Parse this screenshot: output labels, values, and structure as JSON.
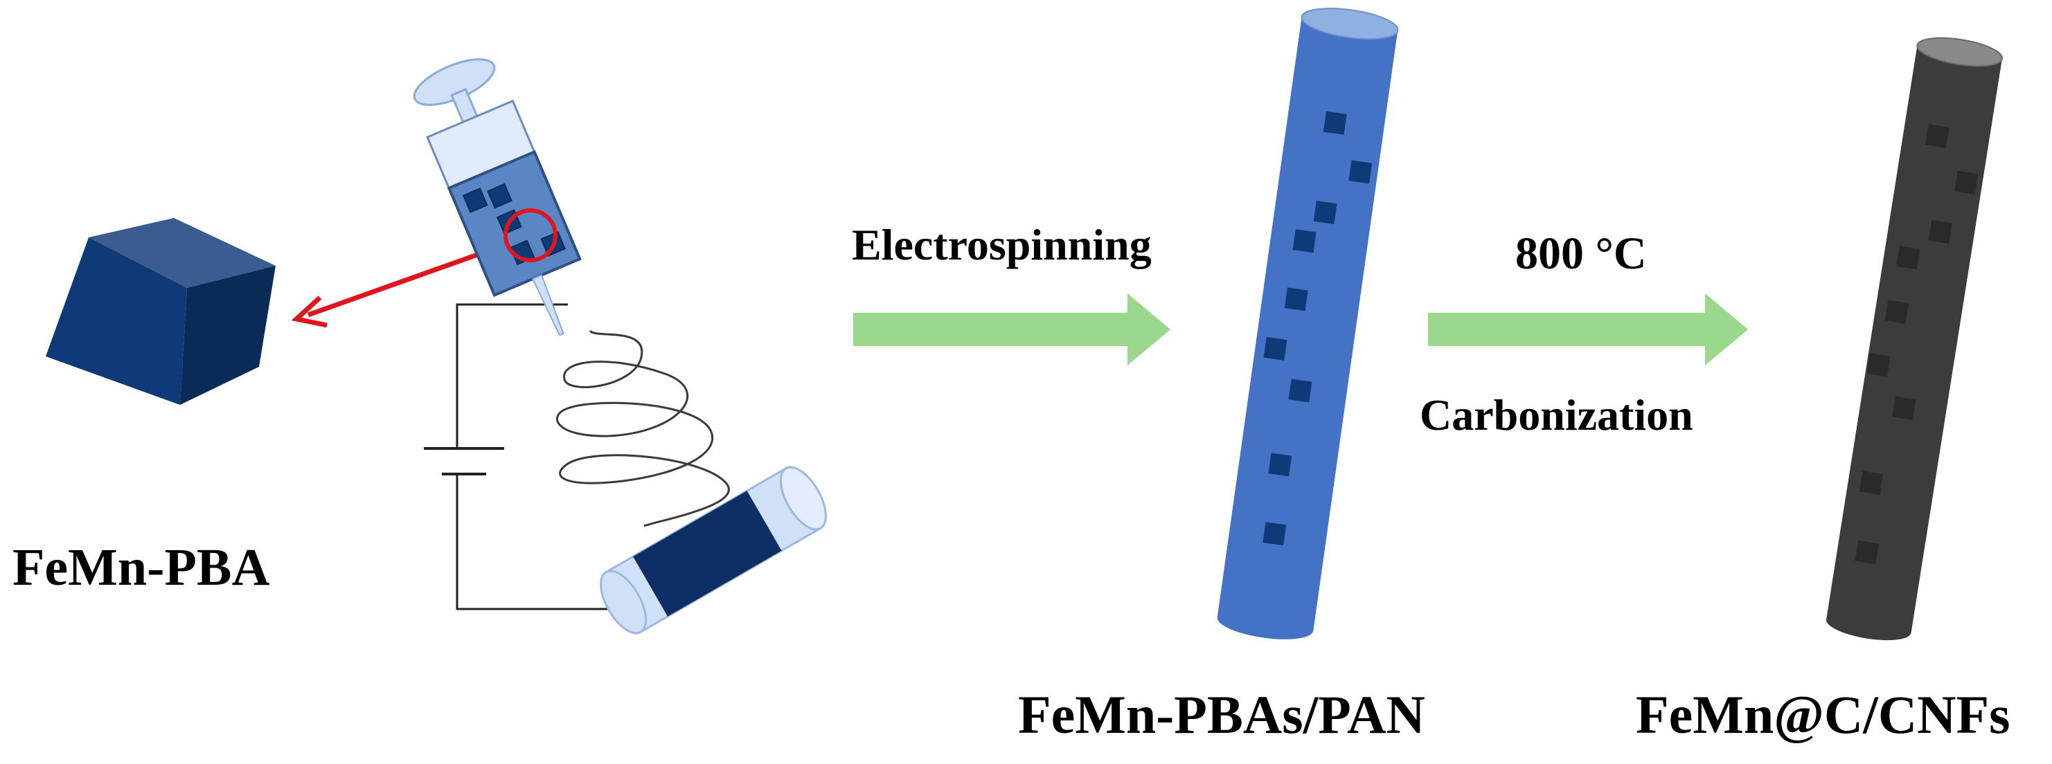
{
  "labels": {
    "precursor": "FeMn-PBA",
    "step1": "Electrospinning",
    "temperature": "800 °C",
    "step2": "Carbonization",
    "fiber1": "FeMn-PBAs/PAN",
    "fiber2": "FeMn@C/CNFs"
  },
  "colors": {
    "cube_front": "#0f3a78",
    "cube_top": "#3a5c91",
    "cube_side": "#0a2a58",
    "syringe_body": "#5b86c4",
    "syringe_light": "#cfe0f7",
    "highlight_circle": "#e0161e",
    "arrow_red": "#e0161e",
    "process_arrow": "#9ad88e",
    "pan_fiber": "#4472c4",
    "pan_fiber_top": "#8fb0e0",
    "cnf_fiber": "#3c3c3c",
    "cnf_fiber_top": "#8a8a8a",
    "collector": "#0d2f66",
    "collector_light": "#cfe0f7",
    "wire": "#333333"
  },
  "icons": {
    "cube": "pba-cube-icon",
    "syringe": "syringe-icon",
    "battery": "battery-symbol-icon",
    "collector": "drum-collector-icon",
    "arrow": "process-arrow-icon"
  }
}
